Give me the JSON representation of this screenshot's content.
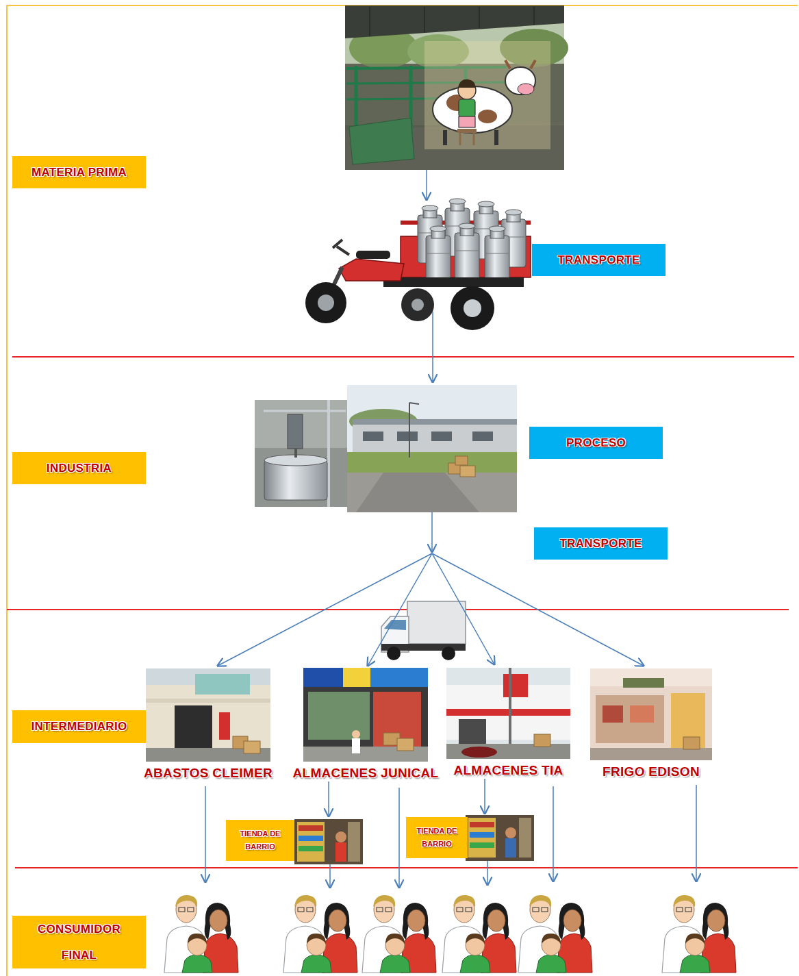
{
  "diagram": {
    "nodes": [
      {
        "text": [
          "MATERIA PRIMA"
        ]
      },
      {
        "text": [
          "TRANSPORTE"
        ]
      },
      {
        "text": [
          "INDUSTRIA"
        ]
      },
      {
        "text": [
          "PROCESO"
        ]
      },
      {
        "text": [
          "TRANSPORTE"
        ]
      },
      {
        "text": [
          "INTERMEDIARIO"
        ]
      },
      {
        "text": [
          "ABASTOS CLEIMER"
        ]
      },
      {
        "text": [
          "ALMACENES JUNICAL"
        ]
      },
      {
        "text": [
          "ALMACENES TIA"
        ]
      },
      {
        "text": [
          "FRIGO EDISON"
        ]
      },
      {
        "text": [
          "TIENDA DE BARRIO"
        ]
      },
      {
        "text": [
          "TIENDA DE BARRIO"
        ]
      },
      {
        "text": [
          "CONSUMIDOR FINAL"
        ]
      }
    ],
    "edges": [
      {
        "from": 7,
        "to": 10,
        "arrow": "to"
      },
      {
        "from": 8,
        "to": 11,
        "arrow": "to"
      }
    ]
  }
}
